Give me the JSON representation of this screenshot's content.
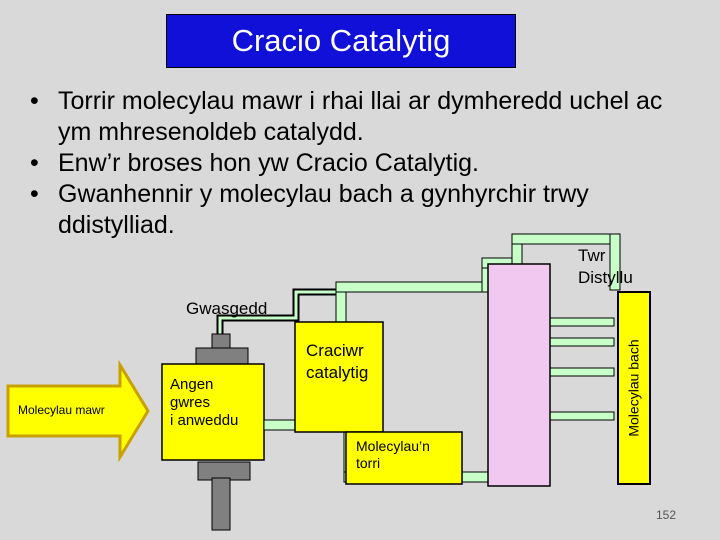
{
  "title": "Cracio Catalytig",
  "bullets": [
    "Torrir molecylau mawr i rhai llai ar dymheredd uchel ac ym mhresenoldeb catalydd.",
    "Enw’r broses hon yw Cracio Catalytig.",
    "Gwanhennir y molecylau bach a gynhyrchir trwy ddistylliad."
  ],
  "diagram": {
    "tower_label_1": "Twr",
    "tower_label_2": "Distyllu",
    "pressure_label": "Gwasgedd",
    "arrow_label": "Molecylau mawr",
    "heater_label": [
      "Angen",
      "gwres",
      "i anweddu"
    ],
    "cracker_label": [
      "Craciwr",
      "catalytig"
    ],
    "broken_label": [
      "Molecylau’n",
      "torri"
    ],
    "small_molecules_label": "Molecylau bach"
  },
  "colors": {
    "title_bg": "#1010d8",
    "yellow": "#ffff00",
    "tower_pink": "#f0c8f0",
    "pipe_green": "#c8ffc8",
    "piston_gray": "#808080"
  },
  "page_number": "152"
}
